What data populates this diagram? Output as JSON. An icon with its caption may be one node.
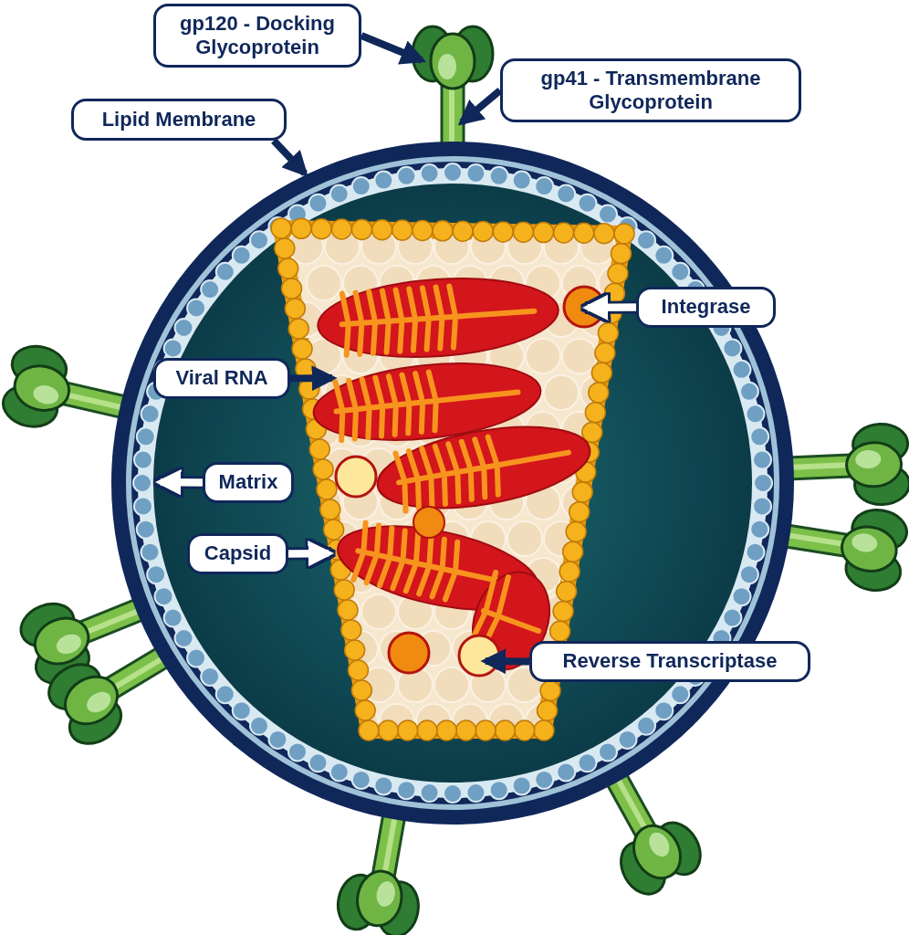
{
  "diagram": {
    "nodes": [
      {
        "text": [
          "gp120 - Docking Glycoprotein"
        ]
      },
      {
        "text": [
          "gp41 - Transmembrane Glycoprotein"
        ]
      },
      {
        "text": [
          "Lipid Membrane"
        ]
      },
      {
        "text": [
          "Integrase"
        ]
      },
      {
        "text": [
          "Viral RNA"
        ]
      },
      {
        "text": [
          "Matrix"
        ]
      },
      {
        "text": [
          "Capsid"
        ]
      },
      {
        "text": [
          "Reverse Transcriptase"
        ]
      }
    ],
    "edges": [
      {
        "from": 0,
        "to": null,
        "arrow": "to"
      },
      {
        "from": 1,
        "to": null,
        "arrow": "to"
      },
      {
        "from": 2,
        "to": null,
        "arrow": "to"
      },
      {
        "from": 3,
        "to": null,
        "arrow": "to",
        "color": "#ffffff"
      },
      {
        "from": 4,
        "to": null,
        "arrow": "to"
      },
      {
        "from": 5,
        "to": null,
        "arrow": "to",
        "color": "#ffffff"
      },
      {
        "from": 6,
        "to": null,
        "arrow": "to",
        "color": "#ffffff"
      },
      {
        "from": 7,
        "to": null,
        "arrow": "to"
      }
    ]
  }
}
